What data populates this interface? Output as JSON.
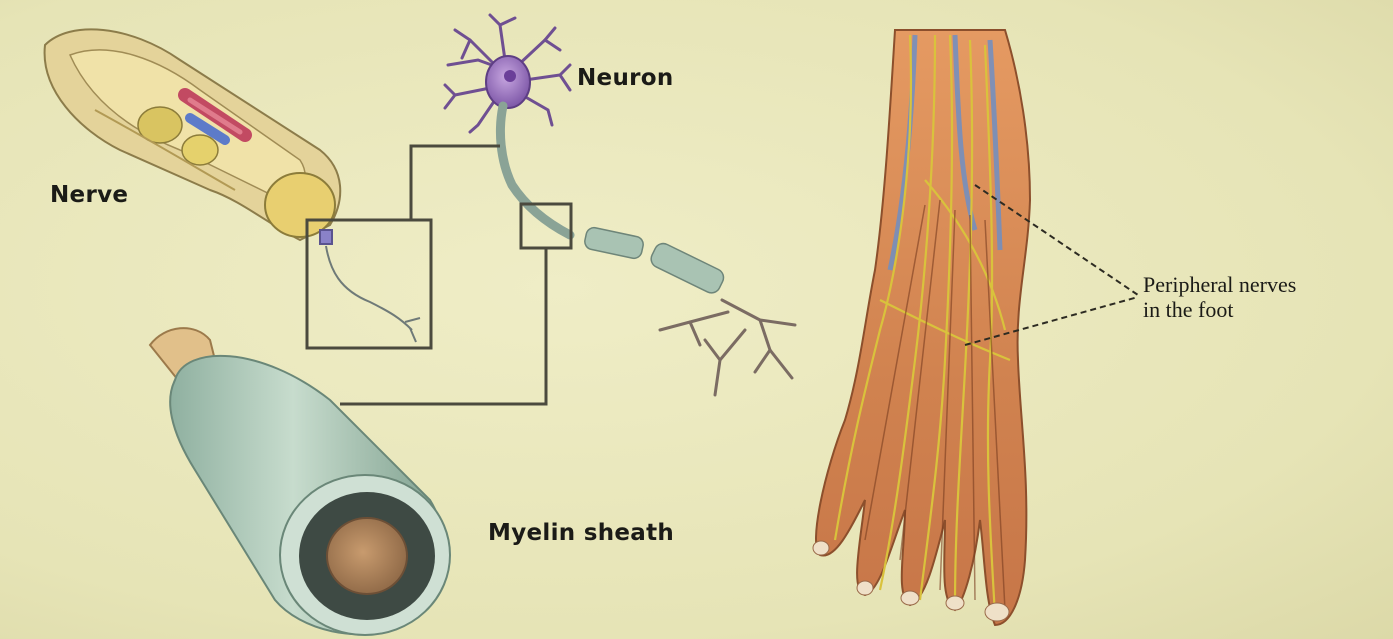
{
  "labels": {
    "nerve": "Nerve",
    "neuron": "Neuron",
    "myelin": "Myelin sheath",
    "peripheral_line1": "Peripheral nerves",
    "peripheral_line2": "in the foot"
  },
  "colors": {
    "background": "#e9e7bd",
    "connector": "#4b4a3e",
    "neuron_body": "#a885cc",
    "myelin_green": "#a9c3b3",
    "axon_core": "#b5875e",
    "foot_muscle": "#d98a5a",
    "nerve_yellow": "#d9c23c",
    "vein_blue": "#6f8fc4"
  }
}
